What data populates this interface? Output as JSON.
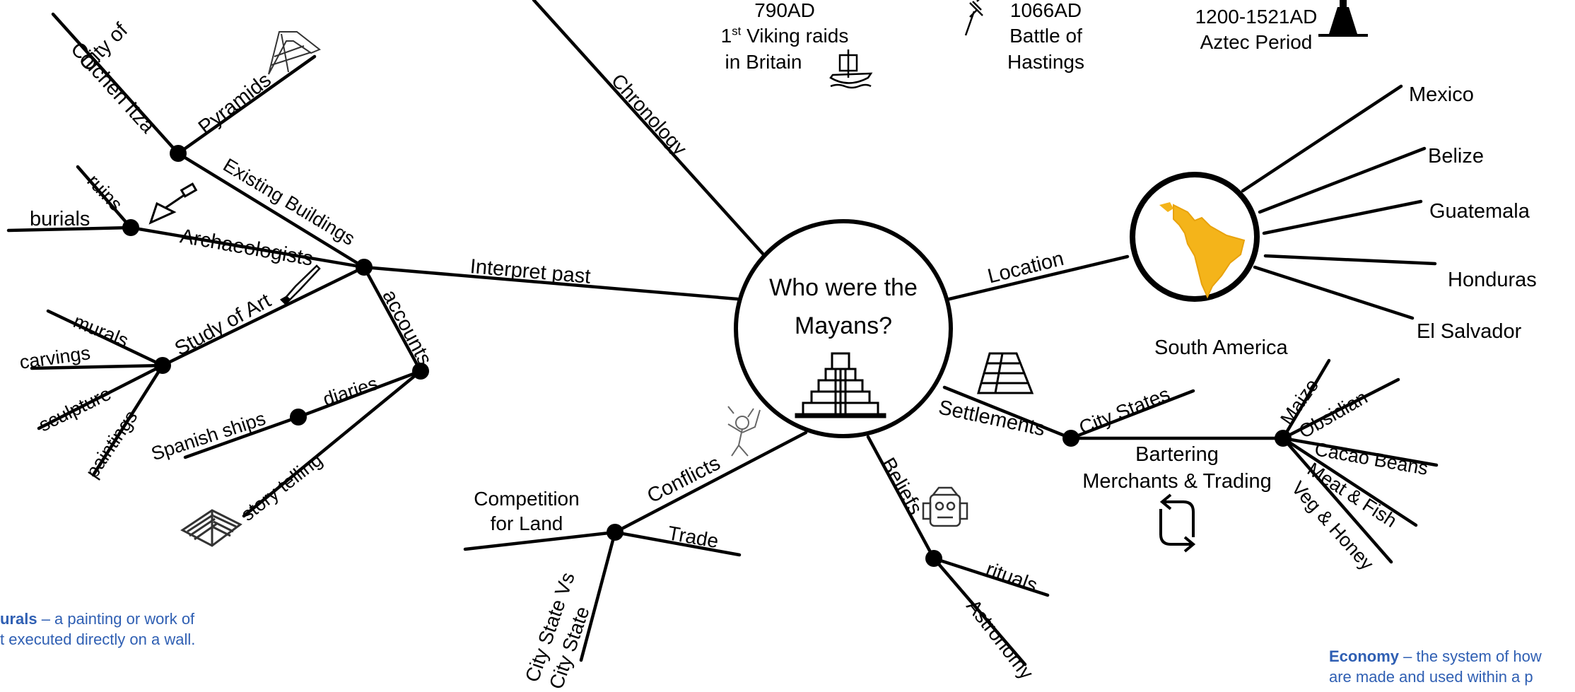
{
  "center": {
    "line1": "Who were the",
    "line2": "Mayans?"
  },
  "branches": {
    "chronology": "Chronology",
    "interpret_past": "Interpret past",
    "location": "Location",
    "settlements": "Settlements",
    "beliefs": "Beliefs",
    "conflicts": "Conflicts",
    "existing_buildings": "Existing Buildings",
    "archaeologists": "Archaeologists",
    "study_of_art": "Study of Art",
    "accounts": "accounts"
  },
  "leaves": {
    "city_of": "City of",
    "chichen_itza": "Chichen Itza",
    "pyramids": "Pyramids",
    "ruins": "ruins",
    "burials": "burials",
    "murals": "murals",
    "carvings": "carvings",
    "sculpture": "sculpture",
    "paintings": "paintings",
    "diaries": "diaries",
    "spanish_ships": "Spanish ships",
    "story_telling": "story telling",
    "competition_for_land_1": "Competition",
    "competition_for_land_2": "for Land",
    "trade": "Trade",
    "city_state_vs_1": "City State Vs",
    "city_state_vs_2": "City State",
    "rituals": "rituals",
    "astronomy": "Astronomy",
    "city_states": "City States",
    "bartering": "Bartering",
    "merchants_trading": "Merchants & Trading",
    "maize": "Maize",
    "obsidian": "Obsidian",
    "cacao_beans": "Cacao Beans",
    "meat_fish": "Meat & Fish",
    "veg_honey": "Veg & Honey",
    "mexico": "Mexico",
    "belize": "Belize",
    "guatemala": "Guatemala",
    "honduras": "Honduras",
    "el_salvador": "El Salvador",
    "south_america": "South America"
  },
  "timeline": {
    "viking": {
      "year": "790AD",
      "line2_num": "1",
      "line2_sup": "st",
      "line2_rest": " Viking raids",
      "line3": "in Britain"
    },
    "hastings": {
      "year": "1066AD",
      "line2": "Battle of",
      "line3": "Hastings"
    },
    "aztec": {
      "year": "1200-1521AD",
      "line2": "Aztec Period"
    }
  },
  "definitions": {
    "murals_term": "urals",
    "murals_text1": " – a painting or work of",
    "murals_text2": "t executed directly on a wall.",
    "economy_term": "Economy",
    "economy_text1": " – the system of how",
    "economy_text2": "are made and used within a p"
  },
  "colors": {
    "line": "#000000",
    "definition_text": "#2f5fb3",
    "map_fill": "#f4b41a"
  },
  "icons": [
    "pyramid-icon",
    "trowel-icon",
    "paintbrush-icon",
    "book-icon",
    "viking-ship-icon",
    "sword-icon",
    "aztec-pyramid-icon",
    "mayan-temple-icon",
    "warrior-icon",
    "mask-icon",
    "trade-arrows-icon",
    "south-america-map-icon"
  ]
}
